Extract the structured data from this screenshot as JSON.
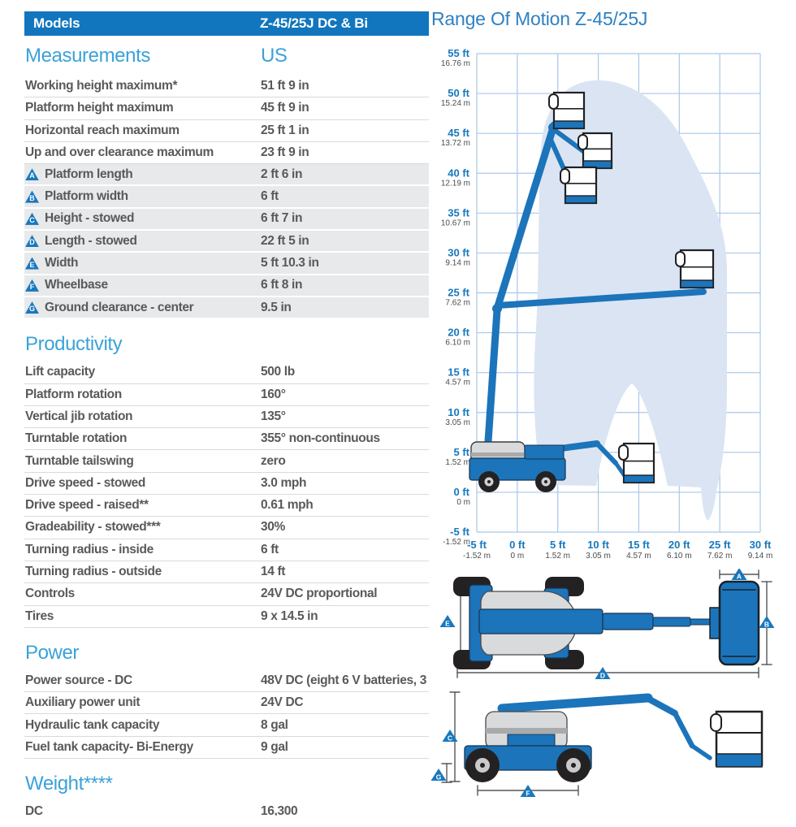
{
  "colors": {
    "header_bar": "#1176bd",
    "section_heading": "#3aa2d9",
    "chart_title": "#2e81c3",
    "axis_ft": "#1778be",
    "axis_m": "#4b4c4e",
    "row_text": "#58595b",
    "shaded_row": "#e8e9ea",
    "grid_line": "#a9c7e7",
    "envelope_fill": "#dbe4f3",
    "machine_blue": "#1c74ba",
    "tire_black": "#242122",
    "cover_gray": "#d9dadb"
  },
  "table": {
    "header": {
      "col1": "Models",
      "col2": "Z-45/25J DC & Bi"
    },
    "sections": [
      {
        "title": "Measurements",
        "title_value": "US",
        "rows": [
          {
            "label": "Working height maximum*",
            "value": "51 ft 9 in"
          },
          {
            "label": "Platform height maximum",
            "value": "45 ft 9 in"
          },
          {
            "label": "Horizontal reach maximum",
            "value": "25 ft 1 in"
          },
          {
            "label": "Up and over clearance maximum",
            "value": "23 ft 9 in"
          },
          {
            "marker": "A",
            "label": "Platform length",
            "value": "2 ft 6 in",
            "shaded": true
          },
          {
            "marker": "B",
            "label": "Platform width",
            "value": "6 ft",
            "shaded": true
          },
          {
            "marker": "C",
            "label": "Height - stowed",
            "value": "6 ft 7 in",
            "shaded": true
          },
          {
            "marker": "D",
            "label": "Length - stowed",
            "value": "22 ft 5 in",
            "shaded": true
          },
          {
            "marker": "E",
            "label": "Width",
            "value": "5 ft 10.3 in",
            "shaded": true
          },
          {
            "marker": "F",
            "label": "Wheelbase",
            "value": "6 ft 8 in",
            "shaded": true
          },
          {
            "marker": "G",
            "label": "Ground clearance - center",
            "value": "9.5 in",
            "shaded": true
          }
        ]
      },
      {
        "title": "Productivity",
        "rows": [
          {
            "label": "Lift capacity",
            "value": "500 lb"
          },
          {
            "label": "Platform rotation",
            "value": "160°"
          },
          {
            "label": "Vertical jib rotation",
            "value": "135°"
          },
          {
            "label": "Turntable rotation",
            "value": "355° non-continuous"
          },
          {
            "label": "Turntable tailswing",
            "value": "zero"
          },
          {
            "label": "Drive speed - stowed",
            "value": "3.0 mph"
          },
          {
            "label": "Drive speed - raised**",
            "value": "0.61 mph"
          },
          {
            "label": "Gradeability - stowed***",
            "value": "30%"
          },
          {
            "label": "Turning radius - inside",
            "value": "6 ft"
          },
          {
            "label": "Turning radius - outside",
            "value": "14 ft"
          },
          {
            "label": "Controls",
            "value": "24V DC proportional"
          },
          {
            "label": "Tires",
            "value": "9 x 14.5 in"
          }
        ]
      },
      {
        "title": "Power",
        "rows": [
          {
            "label": "Power source - DC",
            "value": "48V DC (eight 6 V batteries, 3"
          },
          {
            "label": "Auxiliary power unit",
            "value": "24V DC"
          },
          {
            "label": "Hydraulic tank capacity",
            "value": "8 gal"
          },
          {
            "label": "Fuel tank capacity- Bi-Energy",
            "value": "9 gal"
          }
        ]
      },
      {
        "title": "Weight****",
        "rows": [
          {
            "label": "DC",
            "value": "16,300"
          }
        ]
      }
    ]
  },
  "chart_data": {
    "type": "diagram",
    "title": "Range Of Motion Z-45/25J",
    "description": "Working range envelope of articulated boom lift with platform shown in five positions",
    "x_range_ft": [
      -5,
      30
    ],
    "y_range_ft": [
      -5,
      55
    ],
    "grid_step_ft": 5,
    "grid": true,
    "y_ticks": [
      {
        "ft": "55 ft",
        "m": "16.76 m"
      },
      {
        "ft": "50 ft",
        "m": "15.24 m"
      },
      {
        "ft": "45 ft",
        "m": "13.72 m"
      },
      {
        "ft": "40 ft",
        "m": "12.19 m"
      },
      {
        "ft": "35 ft",
        "m": "10.67 m"
      },
      {
        "ft": "30 ft",
        "m": "9.14 m"
      },
      {
        "ft": "25 ft",
        "m": "7.62 m"
      },
      {
        "ft": "20 ft",
        "m": "6.10 m"
      },
      {
        "ft": "15 ft",
        "m": "4.57 m"
      },
      {
        "ft": "10 ft",
        "m": "3.05 m"
      },
      {
        "ft": "5 ft",
        "m": "1.52 m"
      },
      {
        "ft": "0 ft",
        "m": "0 m"
      },
      {
        "ft": "-5 ft",
        "m": "-1.52 m"
      }
    ],
    "x_ticks": [
      {
        "ft": "-5 ft",
        "m": "-1.52 m"
      },
      {
        "ft": "0 ft",
        "m": "0 m"
      },
      {
        "ft": "5 ft",
        "m": "1.52 m"
      },
      {
        "ft": "10 ft",
        "m": "3.05 m"
      },
      {
        "ft": "15 ft",
        "m": "4.57 m"
      },
      {
        "ft": "20 ft",
        "m": "6.10 m"
      },
      {
        "ft": "25 ft",
        "m": "7.62 m"
      },
      {
        "ft": "30 ft",
        "m": "9.14 m"
      }
    ]
  },
  "diagram_markers": {
    "A": "A",
    "B": "B",
    "C": "C",
    "D": "D",
    "E": "E",
    "F": "F",
    "G": "G"
  }
}
